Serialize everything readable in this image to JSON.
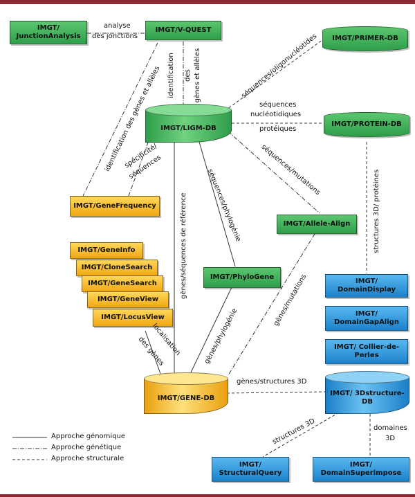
{
  "nodes": {
    "junction_analysis": "IMGT/ JunctionAnalysis",
    "vquest": "IMGT/V-QUEST",
    "primer_db": "IMGT/PRIMER-DB",
    "ligm_db": "IMGT/LIGM-DB",
    "protein_db": "IMGT/PROTEIN-DB",
    "gene_frequency": "IMGT/GeneFrequency",
    "allele_align": "IMGT/Allele-Align",
    "gene_info": "IMGT/GeneInfo",
    "clone_search": "IMGT/CloneSearch",
    "gene_search": "IMGT/GeneSearch",
    "gene_view": "IMGT/GeneView",
    "locus_view": "IMGT/LocusView",
    "phylogene": "IMGT/PhyloGene",
    "domain_display": "IMGT/ DomainDisplay",
    "domain_gap_align": "IMGT/ DomainGapAlign",
    "collier_de_perles": "IMGT/ Collier-de-Perles",
    "gene_db": "IMGT/GENE-DB",
    "threed_structure_db": "IMGT/ 3Dstructure-DB",
    "structural_query": "IMGT/ StructuralQuery",
    "domain_superimpose": "IMGT/ DomainSuperimpose"
  },
  "edge_labels": {
    "analyse_jonctions_1": "analyse",
    "analyse_jonctions_2": "des jonctions",
    "identification_genes_alleles": "identification des gènes et allèles",
    "identification_1": "identification",
    "identification_2": "des",
    "identification_3": "gènes et allèles",
    "sequences_oligonucleotides": "séquences/oligonucléotides",
    "seq_nt_1": "séquences",
    "seq_nt_2": "nucléotidiques",
    "seq_nt_3": "protéiques",
    "specificite_1": "spécificité/",
    "specificite_2": "séquences",
    "sequences_mutations": "séquences/mutations",
    "sequences_phylogenie": "séquences/phylogénie",
    "genes_sequences_reference": "gènes/séquences de référence",
    "structures_3d_proteines": "structures 3D/ protéines",
    "localisation_1": "localisation",
    "localisation_2": "des gènes",
    "genes_phylogenie": "gènes/phylogénie",
    "genes_mutations": "gènes/mutations",
    "genes_structures_3d": "gènes/structures 3D",
    "structures_3d": "structures 3D",
    "domaines_1": "domaines",
    "domaines_2": "3D"
  },
  "legend": {
    "genomique": "Approche génomique",
    "genetique": "Approche génétique",
    "structurale": "Approche structurale"
  },
  "colors": {
    "genetic_tools": "#2f9e4a",
    "genomic_tools": "#f0a812",
    "structural_tools": "#1b82cc",
    "frame": "#8b2a33"
  }
}
